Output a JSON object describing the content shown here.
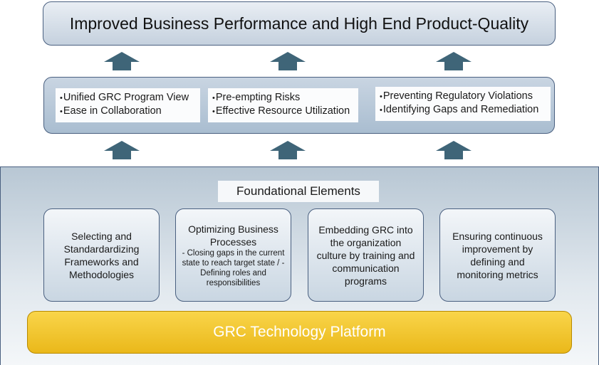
{
  "header": {
    "title": "Improved Business Performance and High End Product-Quality"
  },
  "benefits": [
    {
      "items": [
        "Unified GRC Program View",
        "Ease in Collaboration"
      ]
    },
    {
      "items": [
        "Pre-empting Risks",
        "Effective Resource Utilization"
      ]
    },
    {
      "items": [
        "Preventing Regulatory Violations",
        "Identifying Gaps and Remediation"
      ]
    }
  ],
  "foundation": {
    "title": "Foundational Elements",
    "elements": [
      {
        "main": "Selecting and Standardardizing Frameworks and Methodologies",
        "sub": ""
      },
      {
        "main": "Optimizing Business Processes",
        "sub": "- Closing gaps in the current state to reach target state / - Defining roles and responsibilities"
      },
      {
        "main": "Embedding GRC into the organization culture by training and communication programs",
        "sub": ""
      },
      {
        "main": "Ensuring continuous improvement by defining and monitoring metrics",
        "sub": ""
      }
    ]
  },
  "platform": {
    "label": "GRC Technology Platform",
    "color": "#f2c62c"
  },
  "colors": {
    "arrow": "#3f6578",
    "border": "#4a6080"
  },
  "icons": {
    "arrow": "up-arrow-icon"
  }
}
